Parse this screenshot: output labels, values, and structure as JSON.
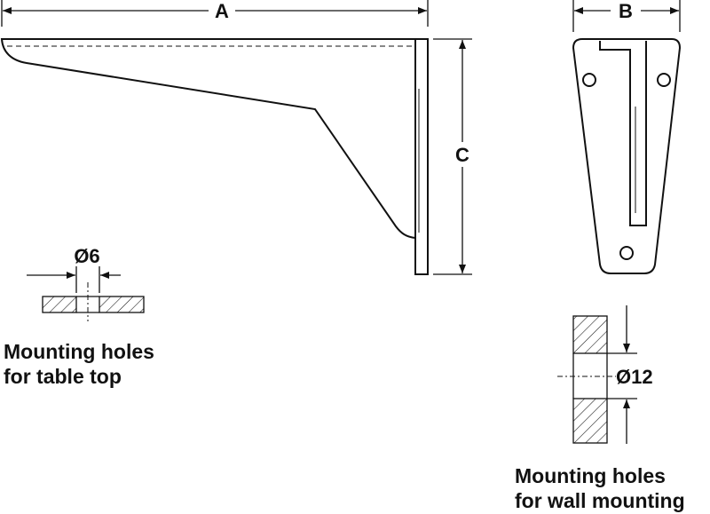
{
  "dimensions": {
    "a": "A",
    "b": "B",
    "c": "C",
    "table_hole_diameter": "Ø6",
    "wall_hole_diameter": "Ø12"
  },
  "captions": {
    "table_top": [
      "Mounting holes",
      "for table top"
    ],
    "wall_mounting": [
      "Mounting holes",
      "for wall mounting"
    ]
  },
  "colors": {
    "stroke": "#111111",
    "background": "#ffffff"
  }
}
